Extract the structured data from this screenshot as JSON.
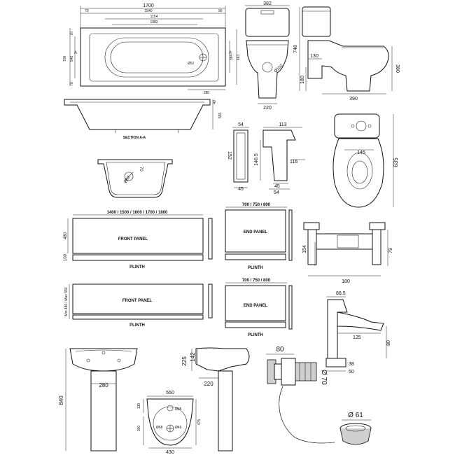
{
  "bath": {
    "top": {
      "overall": "1700",
      "left_margin": "70",
      "inner": "1540",
      "right_margin": "90",
      "mid": "1154",
      "inner_mid": "1082",
      "right_offset": "280",
      "left_a": "70",
      "left_b": "70",
      "height": "700",
      "inner_height": "540",
      "right_h1": "384",
      "right_h2": "663",
      "waste": "Ø52",
      "section_mark": "A"
    },
    "side": {
      "depth1": "40",
      "depth2": "555",
      "label": "SECTION A-A"
    },
    "section": {
      "angle": "70",
      "waste": "Ø52"
    }
  },
  "toilet": {
    "front": {
      "width": "382",
      "waste": "Ø102",
      "base": "220"
    },
    "side": {
      "height": "748",
      "offset": "130",
      "floor": "180",
      "pan_height": "380",
      "depth": "390"
    },
    "top": {
      "height": "635",
      "waste_width": "145"
    }
  },
  "basin_tap": {
    "height": "152",
    "width": "54",
    "base": "45",
    "spout_length": "113",
    "spout_height": "146.5",
    "reach": "116",
    "base_w": "45",
    "base_d": "54"
  },
  "bath_filler": {
    "height": "154",
    "projection": "79",
    "width": "180"
  },
  "panels": {
    "front1": {
      "lengths": "1400 / 1500 / 1600 / 1700 / 1800",
      "height": "480",
      "plinth_h": "100",
      "label": "FRONT PANEL",
      "plinth": "PLINTH"
    },
    "front2": {
      "height": "Min 480 / Max 550",
      "label": "FRONT PANEL",
      "plinth": "PLINTH"
    },
    "end1": {
      "widths": "700 / 750 / 800",
      "label": "END PANEL",
      "plinth": "PLINTH"
    },
    "end2": {
      "widths": "700 / 750 / 800",
      "label": "END PANEL",
      "plinth": "PLINTH"
    }
  },
  "basin": {
    "front": {
      "height": "840",
      "pedestal_width": "280"
    },
    "side": {
      "h1": "225",
      "h2": "142",
      "depth": "220"
    },
    "top": {
      "width": "550",
      "tap_hole": "130",
      "bowl": "Ø35",
      "waste": "Ø68",
      "ped": "Ø45",
      "d1": "300",
      "d2": "475",
      "overall": "430"
    }
  },
  "waste": {
    "length": "80",
    "diameter": "Ø 70",
    "plug": "Ø 61"
  },
  "basin_mixer": {
    "height_top": "88.5",
    "spout": "125",
    "height": "80",
    "base1": "38",
    "base2": "50"
  }
}
